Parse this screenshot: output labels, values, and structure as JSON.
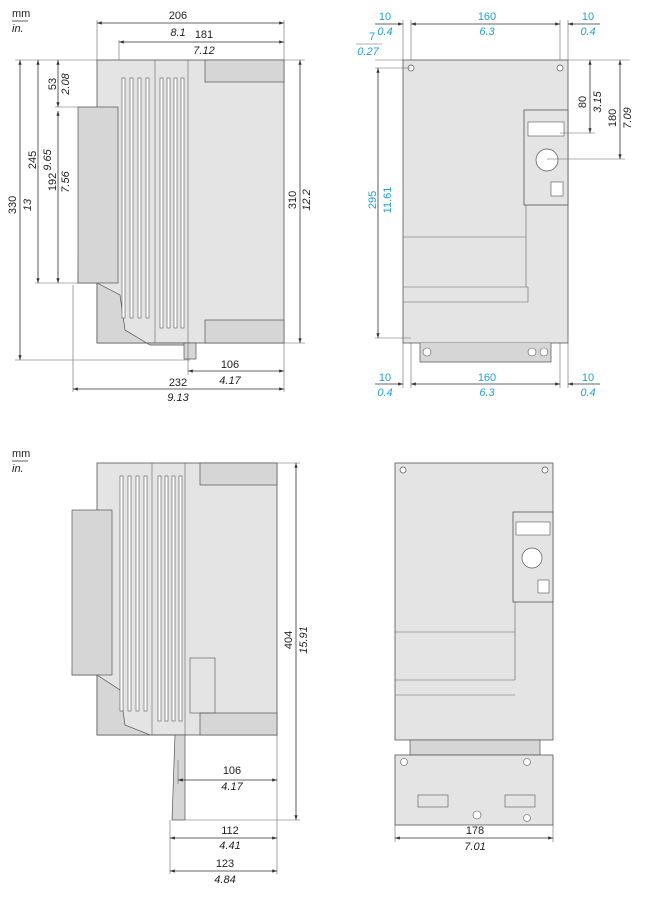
{
  "units": {
    "mm": "mm",
    "in": "in."
  },
  "side_view_top": {
    "width_total": {
      "mm": "206",
      "in": "8.1"
    },
    "width_body": {
      "mm": "181",
      "in": "7.12"
    },
    "height_overall": {
      "mm": "330",
      "in": "13"
    },
    "height_245": {
      "mm": "245",
      "in": "9.65"
    },
    "height_53": {
      "mm": "53",
      "in": "2.08"
    },
    "height_192": {
      "mm": "192",
      "in": "7.56"
    },
    "height_body": {
      "mm": "310",
      "in": "12.2"
    },
    "depth_106": {
      "mm": "106",
      "in": "4.17"
    },
    "depth_232": {
      "mm": "232",
      "in": "9.13"
    }
  },
  "front_view_top": {
    "margin_left": {
      "mm": "10",
      "in": "0.4"
    },
    "hole_spacing": {
      "mm": "160",
      "in": "6.3"
    },
    "margin_right": {
      "mm": "10",
      "in": "0.4"
    },
    "hole_offset": {
      "mm": "7",
      "in": "0.27"
    },
    "hole_vertical": {
      "mm": "295",
      "in": "11.61"
    },
    "display_80": {
      "mm": "80",
      "in": "3.15"
    },
    "display_180": {
      "mm": "180",
      "in": "7.09"
    },
    "bottom_margin_left": {
      "mm": "10",
      "in": "0.4"
    },
    "bottom_hole_spacing": {
      "mm": "160",
      "in": "6.3"
    },
    "bottom_margin_right": {
      "mm": "10",
      "in": "0.4"
    }
  },
  "side_view_bottom": {
    "height_404": {
      "mm": "404",
      "in": "15.91"
    },
    "depth_106": {
      "mm": "106",
      "in": "4.17"
    },
    "depth_112": {
      "mm": "112",
      "in": "4.41"
    },
    "depth_123": {
      "mm": "123",
      "in": "4.84"
    }
  },
  "front_view_bottom": {
    "width_178": {
      "mm": "178",
      "in": "7.01"
    }
  },
  "colors": {
    "accent_blue": "#1ea0d8",
    "line": "#333333",
    "body": "#e4e4e4"
  }
}
